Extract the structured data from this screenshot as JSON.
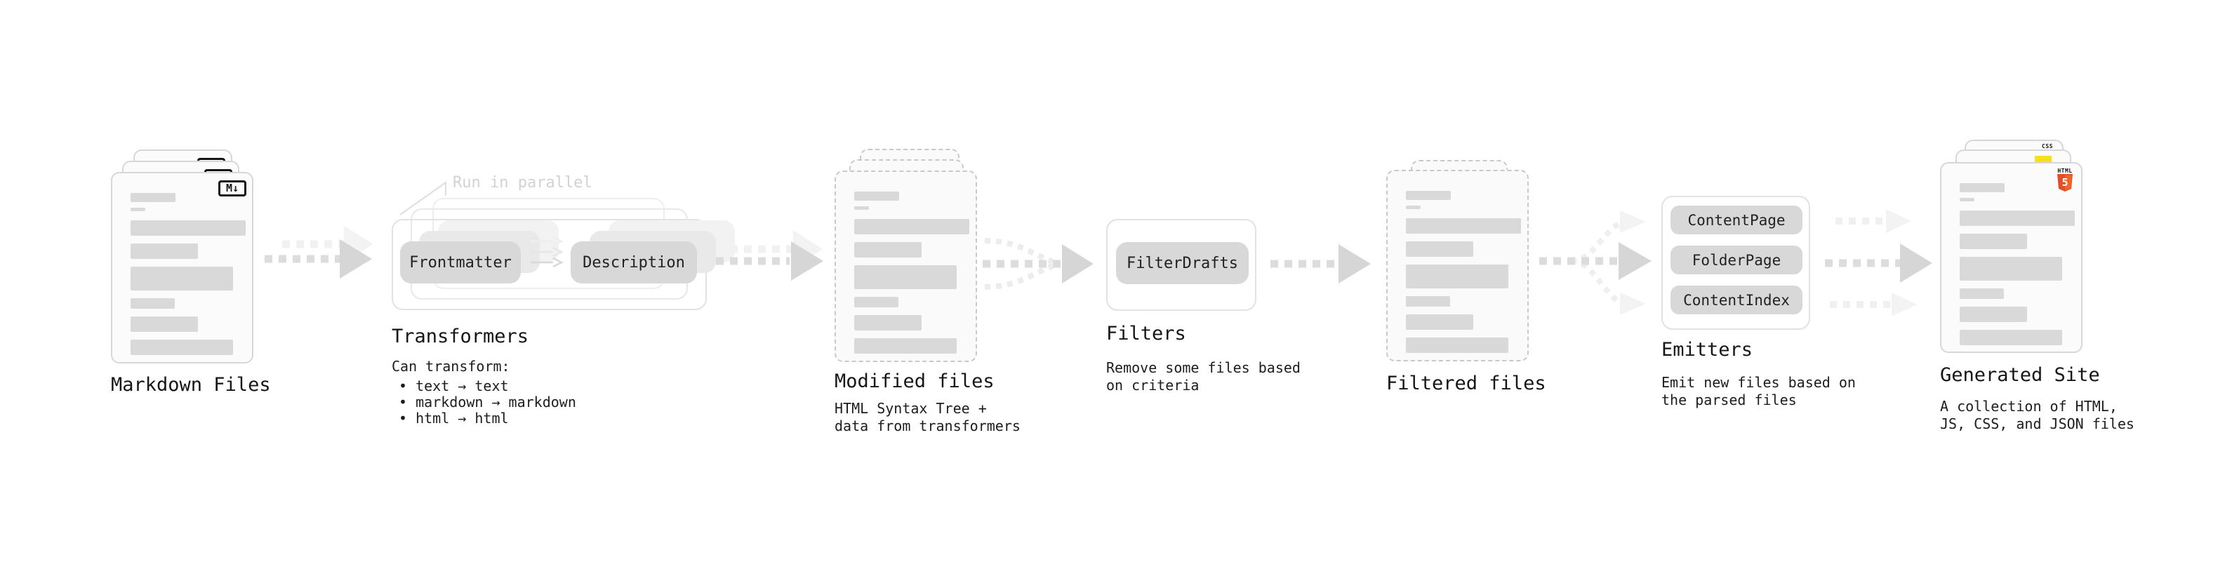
{
  "stages": {
    "markdown": {
      "label": "Markdown Files",
      "badge": "M↓"
    },
    "transformers": {
      "label": "Transformers",
      "note": "Run in parallel",
      "pill_frontmatter": "Frontmatter",
      "pill_description": "Description",
      "desc_title": "Can transform:",
      "bullets": [
        "• text → text",
        "• markdown → markdown",
        "• html → html"
      ]
    },
    "modified": {
      "label": "Modified files",
      "desc_line1": "HTML Syntax Tree +",
      "desc_line2": "data from transformers"
    },
    "filters": {
      "label": "Filters",
      "pill_filterdrafts": "FilterDrafts",
      "desc_line1": "Remove some files based",
      "desc_line2": "on criteria"
    },
    "filtered": {
      "label": "Filtered files"
    },
    "emitters": {
      "label": "Emitters",
      "pill_contentpage": "ContentPage",
      "pill_folderpage": "FolderPage",
      "pill_contentindex": "ContentIndex",
      "desc_line1": "Emit new files based on",
      "desc_line2": "the parsed files"
    },
    "generated": {
      "label": "Generated Site",
      "desc_line1": "A collection of HTML,",
      "desc_line2": "JS, CSS, and JSON files",
      "badge_css": "CSS",
      "badge_html_text": "HTML",
      "badge_html_number": "5"
    }
  },
  "colors": {
    "html5_orange": "#E44D26",
    "html5_orange_light": "#F16529",
    "js_yellow": "#F7DF1E",
    "css_blue": "#2D53E5"
  }
}
